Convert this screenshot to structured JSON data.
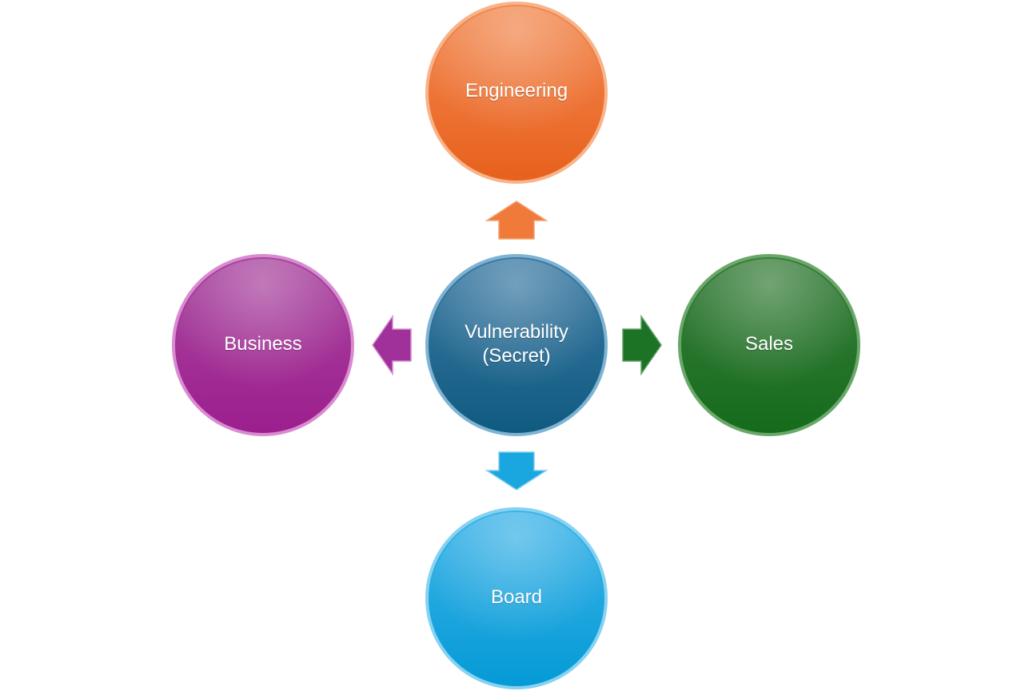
{
  "diagram": {
    "center": {
      "label": "Vulnerability\n(Secret)",
      "color_top": "#3d7ba4",
      "color_bottom": "#0f5a80",
      "rim": "#7fb3d3"
    },
    "nodes": [
      {
        "key": "engineering",
        "label": "Engineering",
        "color_top": "#f28a52",
        "color_bottom": "#e8601c",
        "rim": "#f7b48a",
        "arrow_color": "#f07a3a"
      },
      {
        "key": "sales",
        "label": "Sales",
        "color_top": "#3a7e3c",
        "color_bottom": "#156b1c",
        "rim": "#6aa86a",
        "arrow_color": "#1d7325"
      },
      {
        "key": "board",
        "label": "Board",
        "color_top": "#3fb4e8",
        "color_bottom": "#049ad6",
        "rim": "#86d2f2",
        "arrow_color": "#1aa7e0"
      },
      {
        "key": "business",
        "label": "Business",
        "color_top": "#a8469e",
        "color_bottom": "#9c1e8e",
        "rim": "#d98bd0",
        "arrow_color": "#a0309a"
      }
    ]
  }
}
